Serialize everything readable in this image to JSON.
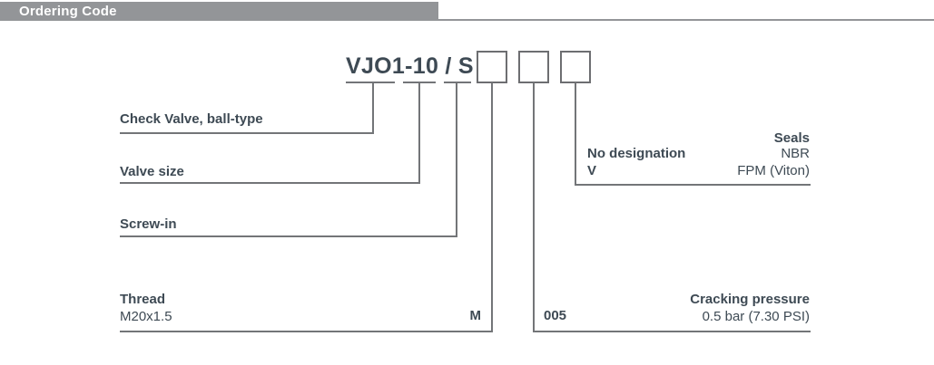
{
  "header": {
    "title": "Ordering Code"
  },
  "code": {
    "model": "VJO1-10 / S",
    "boxes": [
      "",
      "",
      ""
    ]
  },
  "rows": {
    "check_valve": {
      "label": "Check Valve, ball-type"
    },
    "valve_size": {
      "label": "Valve size"
    },
    "screw_in": {
      "label": "Screw-in"
    },
    "thread": {
      "label": "Thread",
      "value": "M20x1.5",
      "code": "M"
    },
    "cracking_pressure": {
      "label": "Cracking pressure",
      "value": "0.5 bar (7.30 PSI)",
      "code": "005"
    },
    "seals": {
      "label": "Seals",
      "options": [
        {
          "code": "No designation",
          "value": "NBR"
        },
        {
          "code": "V",
          "value": "FPM (Viton)"
        }
      ]
    }
  },
  "colors": {
    "header_bar": "#939598",
    "line": "#737578",
    "box_border": "#6d6e71",
    "text": "#3e4a54",
    "header_text": "#ffffff"
  }
}
